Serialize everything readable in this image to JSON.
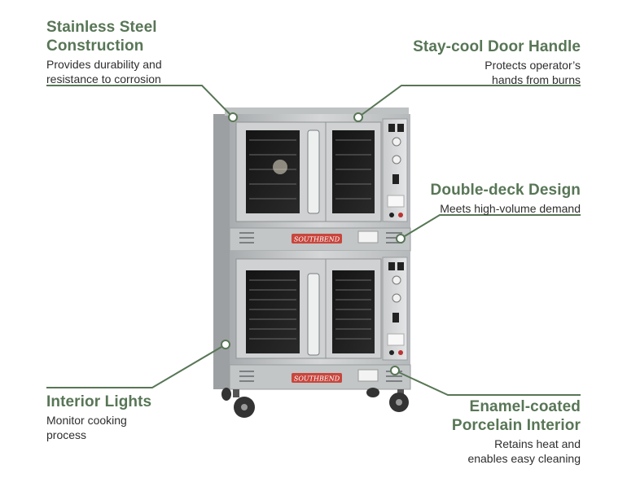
{
  "brand": "SOUTHBEND",
  "accent_color": "#587656",
  "callouts": {
    "stainless": {
      "title_line1": "Stainless Steel",
      "title_line2": "Construction",
      "desc_line1": "Provides durability and",
      "desc_line2": "resistance to corrosion"
    },
    "handle": {
      "title_line1": "Stay-cool Door Handle",
      "desc_line1": "Protects operator’s",
      "desc_line2": "hands from burns"
    },
    "double_deck": {
      "title_line1": "Double-deck Design",
      "desc_line1": "Meets high-volume demand"
    },
    "lights": {
      "title_line1": "Interior Lights",
      "desc_line1": "Monitor cooking",
      "desc_line2": "process"
    },
    "enamel": {
      "title_line1": "Enamel-coated",
      "title_line2": "Porcelain Interior",
      "desc_line1": "Retains heat and",
      "desc_line2": "enables easy cleaning"
    }
  }
}
